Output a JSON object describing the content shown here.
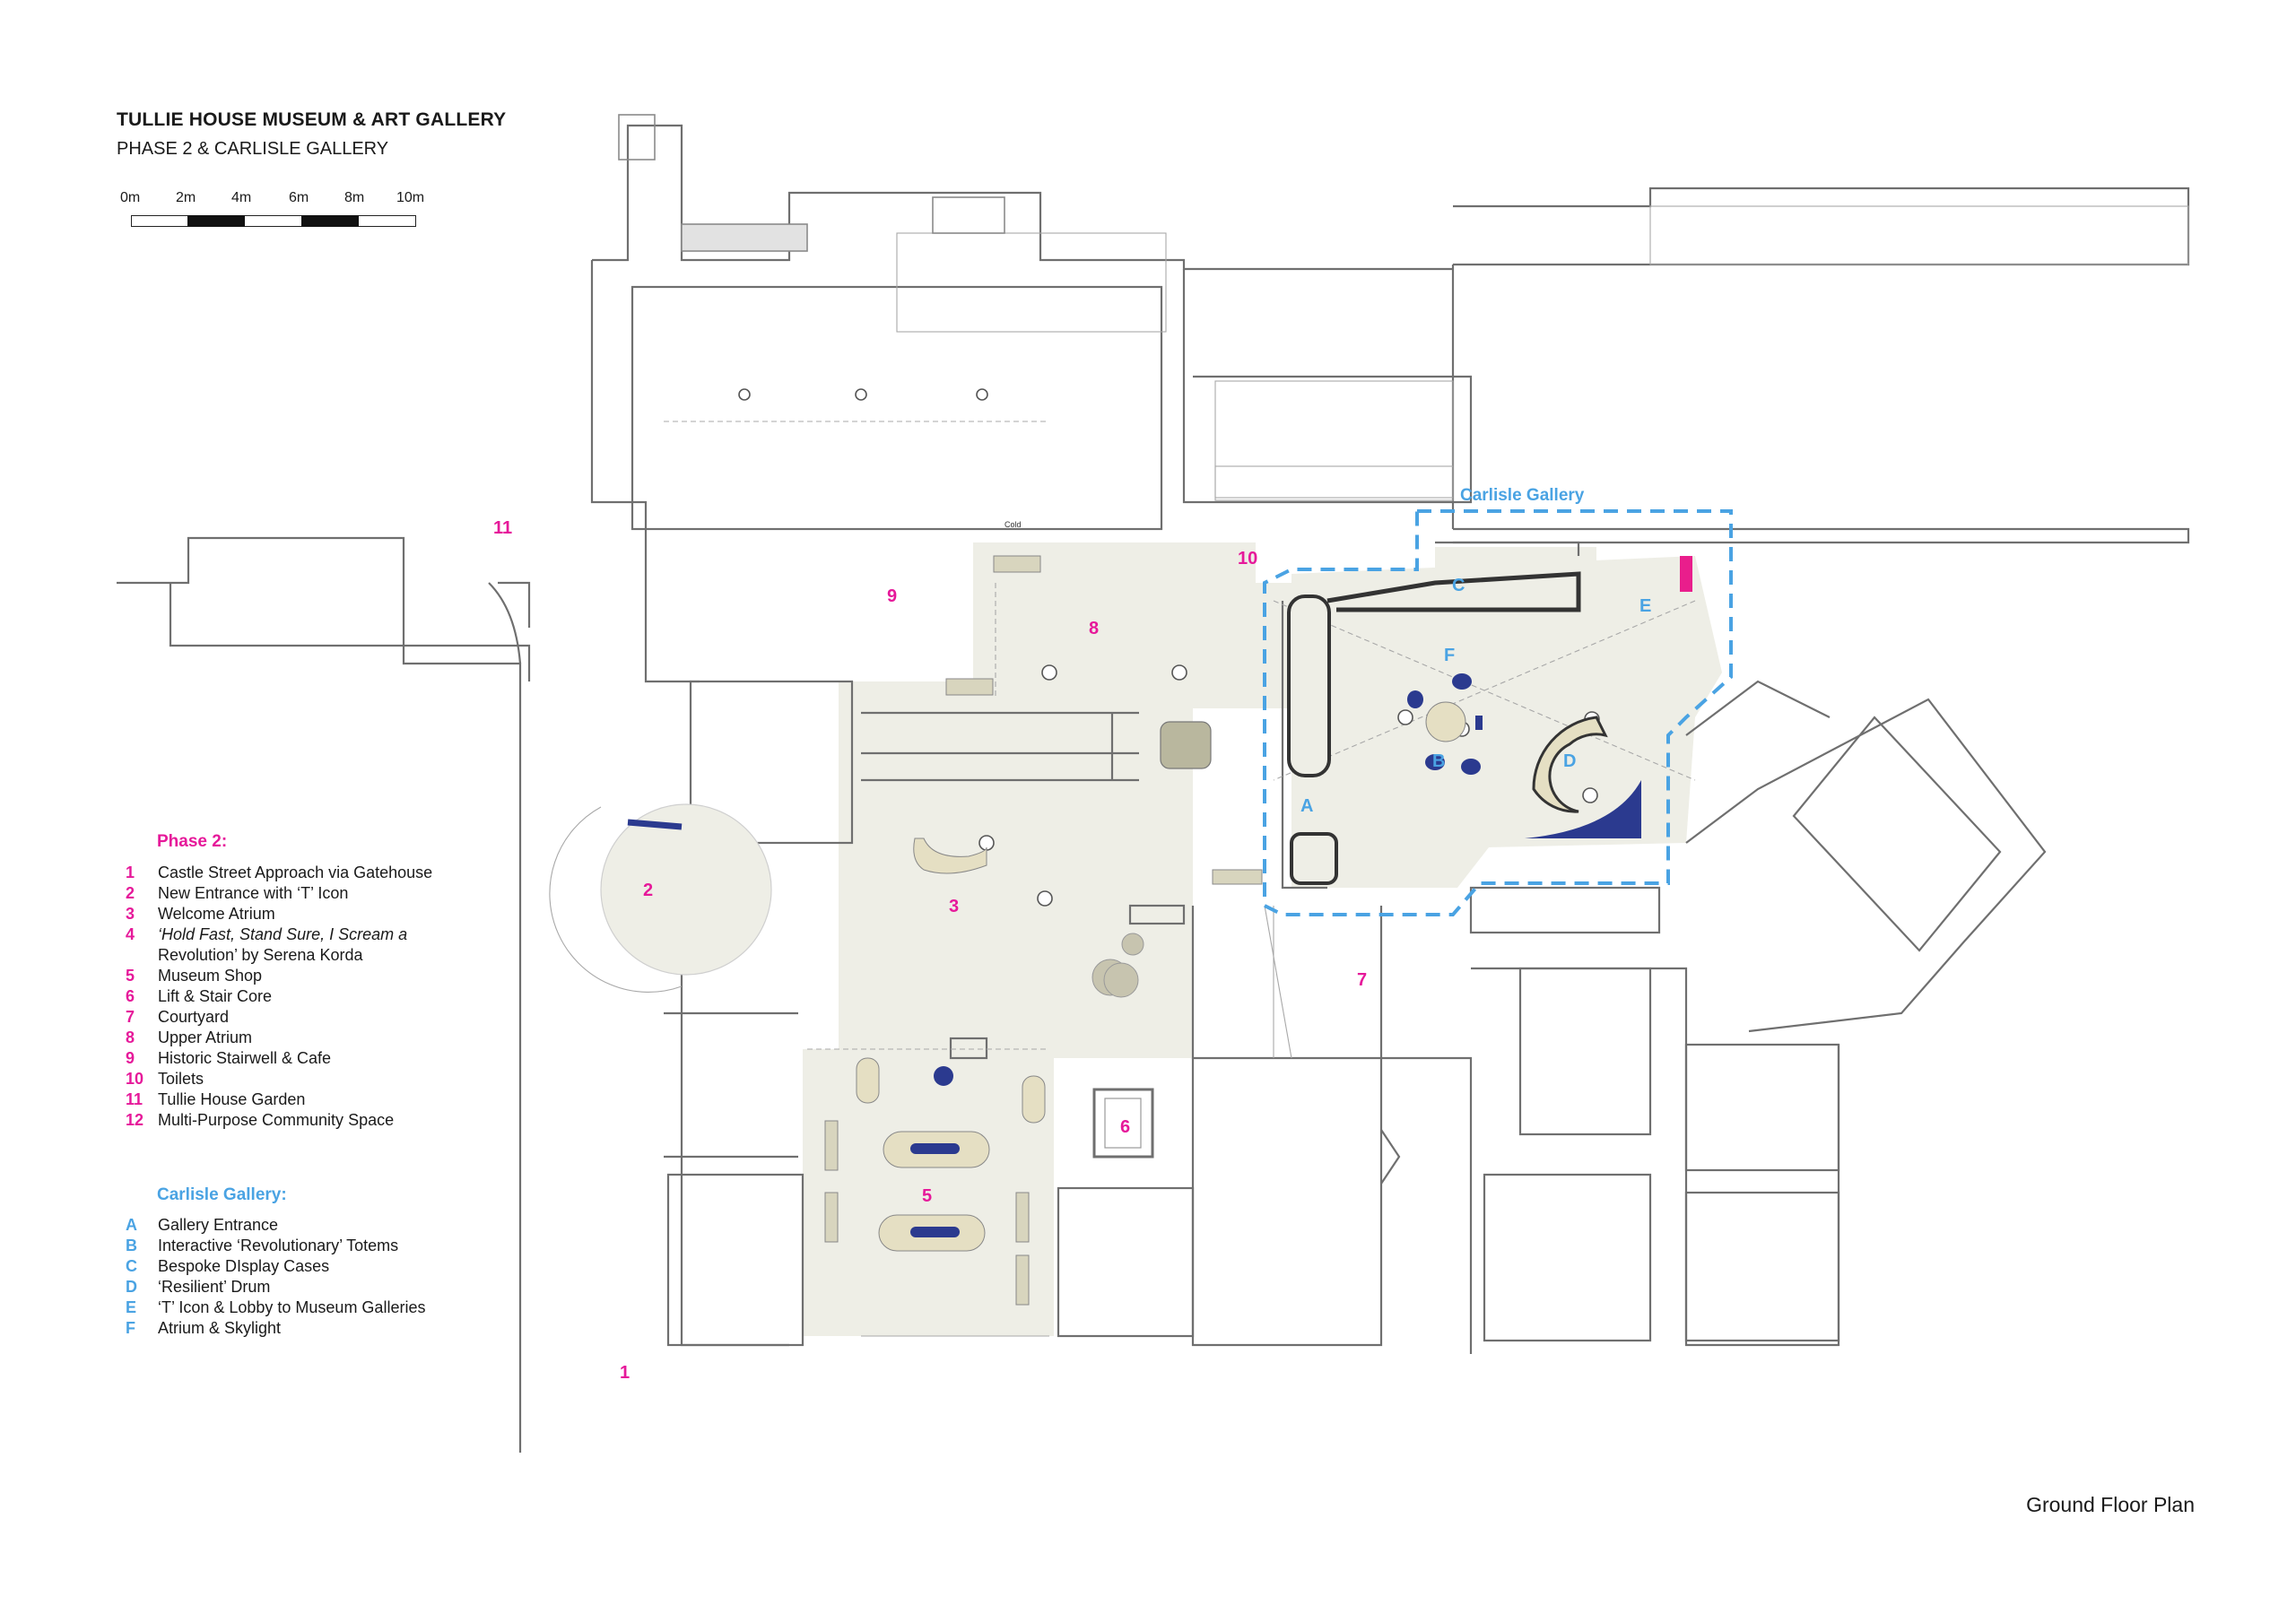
{
  "header": {
    "title": "TULLIE HOUSE MUSEUM & ART GALLERY",
    "subtitle": "PHASE 2 & CARLISLE GALLERY"
  },
  "scale_bar": {
    "labels": [
      "0m",
      "2m",
      "4m",
      "6m",
      "8m",
      "10m"
    ]
  },
  "phase2": {
    "heading": "Phase 2:",
    "items": [
      {
        "key": "1",
        "text": "Castle Street Approach via Gatehouse"
      },
      {
        "key": "2",
        "text": "New Entrance with ‘T’ Icon"
      },
      {
        "key": "3",
        "text": "Welcome Atrium"
      },
      {
        "key": "4",
        "text": "‘Hold Fast, Stand Sure, I Scream a",
        "text2": "Revolution’ by Serena Korda"
      },
      {
        "key": "5",
        "text": "Museum Shop"
      },
      {
        "key": "6",
        "text": "Lift & Stair Core"
      },
      {
        "key": "7",
        "text": "Courtyard"
      },
      {
        "key": "8",
        "text": "Upper Atrium"
      },
      {
        "key": "9",
        "text": "Historic Stairwell & Cafe"
      },
      {
        "key": "10",
        "text": "Toilets"
      },
      {
        "key": "11",
        "text": "Tullie House Garden"
      },
      {
        "key": "12",
        "text": "Multi-Purpose Community Space"
      }
    ]
  },
  "carlisle": {
    "heading": "Carlisle Gallery:",
    "items": [
      {
        "key": "A",
        "text": "Gallery Entrance"
      },
      {
        "key": "B",
        "text": "Interactive ‘Revolutionary’ Totems"
      },
      {
        "key": "C",
        "text": "Bespoke DIsplay Cases"
      },
      {
        "key": "D",
        "text": "‘Resilient’ Drum"
      },
      {
        "key": "E",
        "text": "‘T’ Icon & Lobby to Museum Galleries"
      },
      {
        "key": "F",
        "text": "Atrium & Skylight"
      }
    ]
  },
  "plan_labels": {
    "pink": [
      "1",
      "2",
      "3",
      "5",
      "6",
      "7",
      "8",
      "9",
      "10",
      "11"
    ],
    "blue": [
      "A",
      "B",
      "C",
      "D",
      "E",
      "F"
    ],
    "gallery_label": "Carlisle Gallery",
    "cold": "Cold"
  },
  "colors": {
    "phase2": "#e6199a",
    "carlisle": "#4aa3e3",
    "floor": "#eeeee6",
    "accent_navy": "#2b3a8f"
  },
  "footer": {
    "caption": "Ground Floor Plan"
  }
}
